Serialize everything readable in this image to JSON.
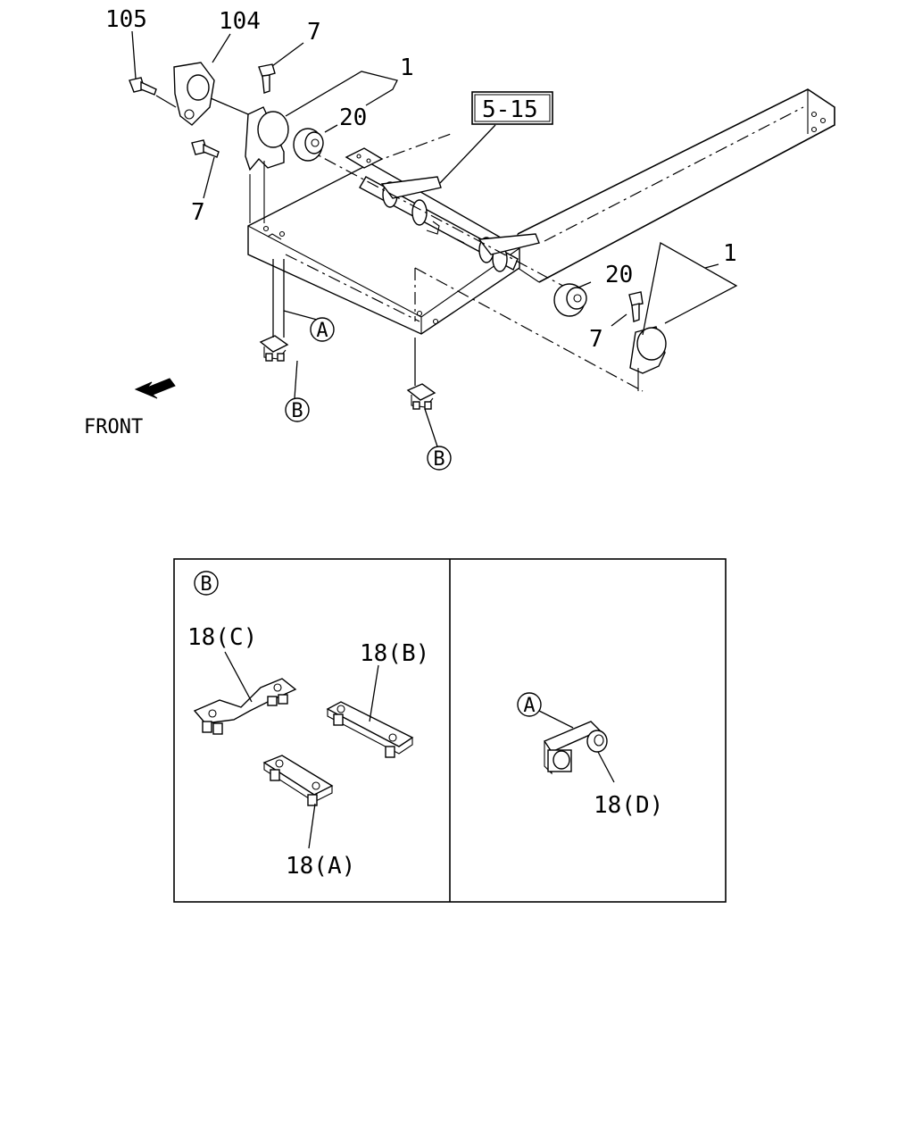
{
  "callouts": {
    "p105": "105",
    "p104": "104",
    "p7_top": "7",
    "p7_left": "7",
    "p7_right": "7",
    "p1_top": "1",
    "p1_right": "1",
    "p20_left": "20",
    "p20_right": "20",
    "ref_5_15": "5-15",
    "front": "FRONT"
  },
  "circle_refs": {
    "a_main": "A",
    "b_left": "B",
    "b_right": "B",
    "b_panel": "B",
    "a_panel": "A"
  },
  "detail_panel": {
    "c": "18(C)",
    "b": "18(B)",
    "a": "18(A)",
    "d": "18(D)"
  }
}
